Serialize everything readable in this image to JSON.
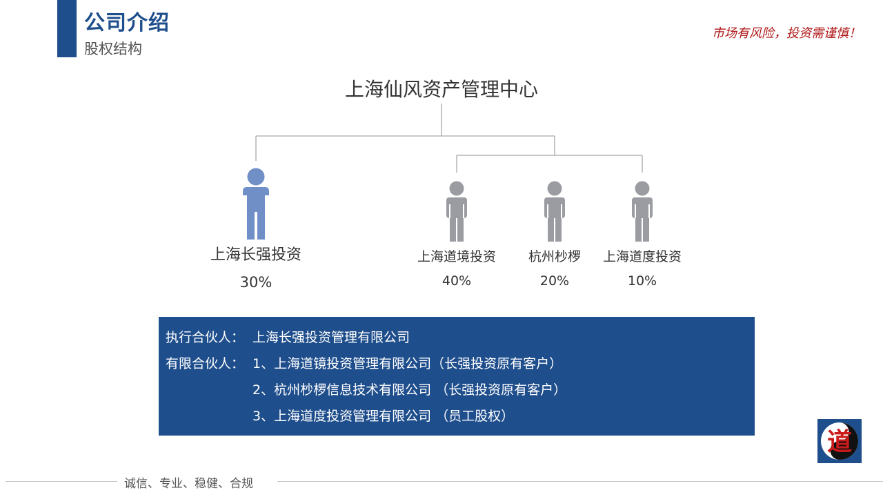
{
  "header": {
    "title": "公司介绍",
    "subtitle": "股权结构"
  },
  "risk_notice": "市场有风险，投资需谨慎！",
  "root": {
    "name": "上海仙风资产管理中心"
  },
  "partners": [
    {
      "name": "上海长强投资",
      "percent": "30%",
      "color": "#6f8fc6"
    },
    {
      "name": "上海道境投资",
      "percent": "40%",
      "color": "#9a9ca1"
    },
    {
      "name": "杭州杪椤",
      "percent": "20%",
      "color": "#9a9ca1"
    },
    {
      "name": "上海道度投资",
      "percent": "10%",
      "color": "#9a9ca1"
    }
  ],
  "info": {
    "gp_label": "执行合伙人：",
    "gp_value": "上海长强投资管理有限公司",
    "lp_label": "有限合伙人：",
    "lp_items": [
      "1、上海道镜投资管理有限公司（长强投资原有客户）",
      "2、杭州杪椤信息技术有限公司 （长强投资原有客户）",
      "3、上海道度投资管理有限公司 （员工股权）"
    ]
  },
  "logo": {
    "glyph": "道"
  },
  "footer": {
    "motto": "诚信、专业、稳健、合规"
  },
  "colors": {
    "brand": "#1f4e8c",
    "risk": "#b01818",
    "line": "#a8a8a8"
  }
}
